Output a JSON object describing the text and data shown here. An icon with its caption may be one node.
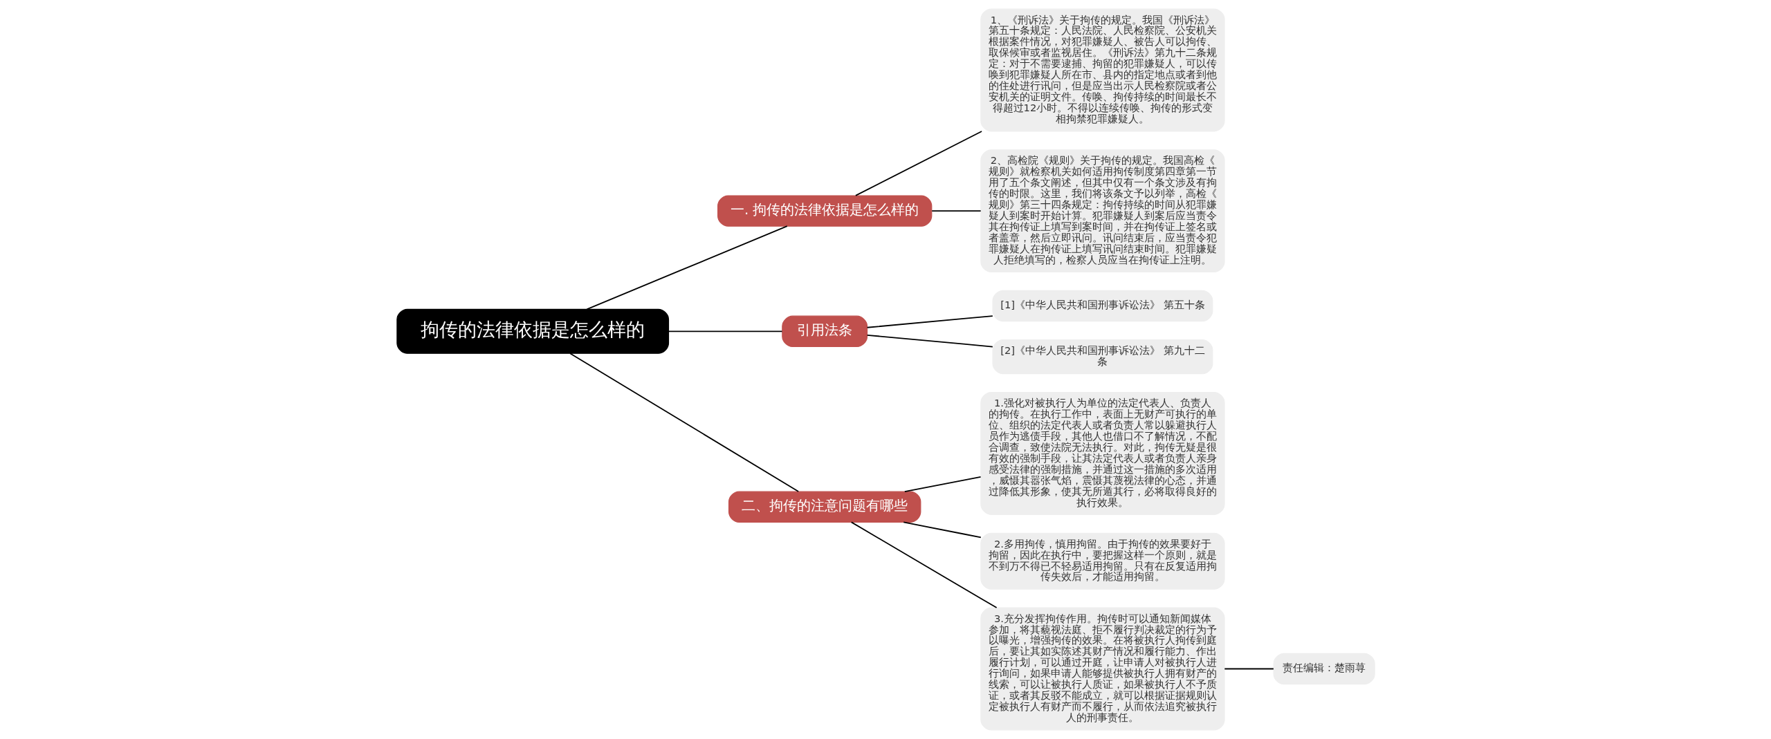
{
  "diagram": {
    "nodes": [
      {
        "text": [
          "拘传的法律依据是怎么样的"
        ]
      },
      {
        "text": [
          "一. 拘传的法律依据是怎么样的"
        ]
      },
      {
        "text": [
          "1、《刑诉法》关于拘传的规定。我国《刑诉法》第五十条规定：人民法院、人民检察院、公安机关根据案件情况，对犯罪嫌疑人、被告人可以拘传、取保候审或者监视居住。《刑诉法》第九十二条规定：对于不需要逮捕、拘留的犯罪嫌疑人，可以传唤到犯罪嫌疑人所在市、县内的指定地点或者到他的住处进行讯问，但是应当出示人民检察院或者公安机关的证明文件。传唤、拘传持续的时间最长不得超过12小时。不得以连续传唤、拘传的形式变相拘禁犯罪嫌疑人。"
        ]
      },
      {
        "text": [
          "2、高检院《规则》关于拘传的规定。我国高检《规则》就检察机关如何适用拘传制度第四章第一节用了五个条文阐述，但其中仅有一个条文涉及有拘传的时限。这里，我们将该条文予以列举，高检《规则》第三十四条规定：拘传持续的时间从犯罪嫌疑人到案时开始计算。犯罪嫌疑人到案后应当责令其在拘传证上填写到案时间，并在拘传证上签名或者盖章，然后立即讯问。讯问结束后，应当责令犯罪嫌疑人在拘传证上填写讯问结束时间。犯罪嫌疑人拒绝填写的，检察人员应当在拘传证上注明。"
        ]
      },
      {
        "text": [
          "引用法条"
        ]
      },
      {
        "text": [
          "[1]《中华人民共和国刑事诉讼法》 第五十条"
        ]
      },
      {
        "text": [
          "[2]《中华人民共和国刑事诉讼法》 第九十二条"
        ]
      },
      {
        "text": [
          "二、拘传的注意问题有哪些"
        ]
      },
      {
        "text": [
          "1.强化对被执行人为单位的法定代表人、负责人的拘传。在执行工作中，表面上无财产可执行的单位、组织的法定代表人或者负责人常以躲避执行人员作为逃债手段，其他人也借口不了解情况，不配合调查，致使法院无法执行。对此，拘传无疑是很有效的强制手段，让其法定代表人或者负责人亲身感受法律的强制措施，并通过这一措施的多次适用，威慑其嚣张气焰，震慑其蔑视法律的心态，并通过降低其形象，使其无所遁其行，必将取得良好的执行效果。"
        ]
      },
      {
        "text": [
          "2.多用拘传，慎用拘留。由于拘传的效果要好于拘留，因此在执行中，要把握这样一个原则，就是不到万不得已不轻易适用拘留。只有在反复适用拘传失效后，才能适用拘留。"
        ]
      },
      {
        "text": [
          "3.充分发挥拘传作用。拘传时可以通知新闻媒体参加，将其藐视法庭、拒不履行判决裁定的行为予以曝光，增强拘传的效果。在将被执行人拘传到庭后，要让其如实陈述其财产情况和履行能力、作出履行计划，可以通过开庭，让申请人对被执行人进行询问，如果申请人能够提供被执行人拥有财产的线索，可以让被执行人质证，如果被执行人不予质证，或者其反驳不能成立，就可以根据证据规则认定被执行人有财产而不履行，从而依法追究被执行人的刑事责任。"
        ]
      },
      {
        "text": [
          "责任编辑：楚雨荨"
        ]
      }
    ],
    "edges": [
      {
        "from": 0,
        "to": 1,
        "arrow": "none"
      },
      {
        "from": 1,
        "to": 2,
        "arrow": "none"
      },
      {
        "from": 1,
        "to": 3,
        "arrow": "none"
      },
      {
        "from": 0,
        "to": 4,
        "arrow": "none"
      },
      {
        "from": 4,
        "to": 5,
        "arrow": "none"
      },
      {
        "from": 4,
        "to": 6,
        "arrow": "none"
      },
      {
        "from": 0,
        "to": 7,
        "arrow": "none"
      },
      {
        "from": 7,
        "to": 8,
        "arrow": "none"
      },
      {
        "from": 7,
        "to": 9,
        "arrow": "none"
      },
      {
        "from": 7,
        "to": 10,
        "arrow": "none"
      },
      {
        "from": 10,
        "to": 11,
        "arrow": "none"
      }
    ]
  }
}
